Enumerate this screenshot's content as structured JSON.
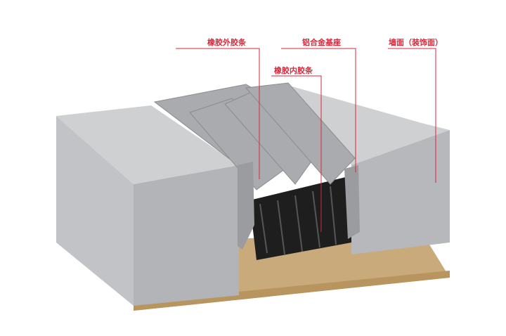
{
  "labels": {
    "outer_rubber": "橡胶外胶条",
    "aluminum_base": "铝合金基座",
    "wall_surface": "墙面（装饰面）",
    "inner_rubber": "橡胶内胶条"
  },
  "colors": {
    "annotation": "#d8283a",
    "block_top": "#c9c9cb",
    "block_front": "#b3b3b6",
    "wood_base": "#c9aa7a",
    "rubber": "#1e1e1e",
    "aluminum": "#9a9ca0"
  }
}
